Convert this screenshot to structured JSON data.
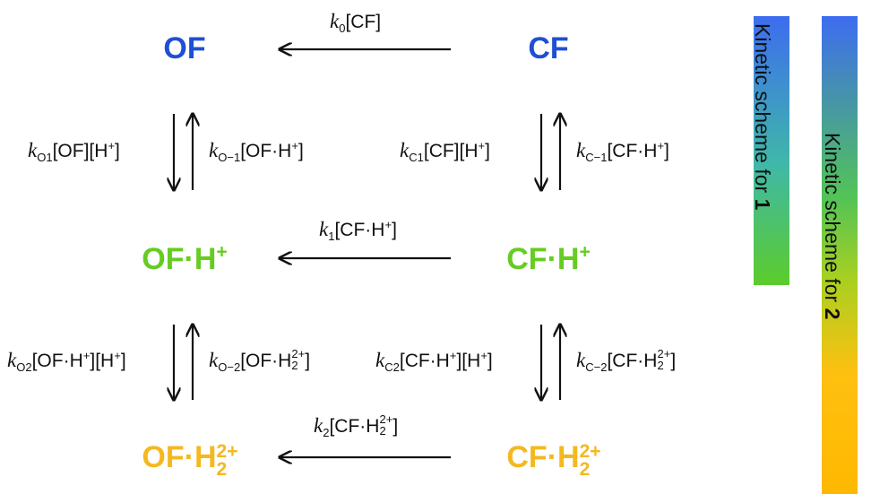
{
  "colors": {
    "blue": "#1f4fd4",
    "green": "#66cc22",
    "yellow": "#f4b820",
    "bar1_gradient": [
      "#3d6cf0",
      "#3fb8a8",
      "#5ccc2a"
    ],
    "bar2_gradient": [
      "#3d6cf0",
      "#5ccc2a",
      "#ffc010",
      "#ffb800"
    ]
  },
  "species": {
    "of": {
      "base": "OF"
    },
    "cf": {
      "base": "CF"
    },
    "of_h": {
      "base": "OF·H",
      "sup": "+"
    },
    "cf_h": {
      "base": "CF·H",
      "sup": "+"
    },
    "of_h2": {
      "base": "OF·H",
      "sub": "2",
      "sup": "2+"
    },
    "cf_h2": {
      "base": "CF·H",
      "sub": "2",
      "sup": "2+"
    }
  },
  "labels": {
    "k0": {
      "k": "k",
      "sub": "0",
      "rest": "[CF]"
    },
    "k1": {
      "k": "k",
      "sub": "1",
      "rest": "[CF·H",
      "sup": "+",
      "close": "]"
    },
    "k2": {
      "k": "k",
      "sub": "2",
      "rest": "[CF·H",
      "sup_sub_top": "2+",
      "sup_sub_bot": "2",
      "close": "]"
    },
    "kO1": {
      "k": "k",
      "sub": "O1",
      "rest": "[OF][H",
      "sup": "+",
      "close": "]"
    },
    "kOm1": {
      "k": "k",
      "sub": "O−1",
      "rest": "[OF·H",
      "sup": "+",
      "close": "]"
    },
    "kC1": {
      "k": "k",
      "sub": "C1",
      "rest": "[CF][H",
      "sup": "+",
      "close": "]"
    },
    "kCm1": {
      "k": "k",
      "sub": "C−1",
      "rest": "[CF·H",
      "sup": "+",
      "close": "]"
    },
    "kO2": {
      "k": "k",
      "sub": "O2",
      "rest": "[OF·H",
      "sup": "+",
      "mid": "][H",
      "sup2": "+",
      "close": "]"
    },
    "kOm2": {
      "k": "k",
      "sub": "O−2",
      "rest": "[OF·H",
      "sup_sub_top": "2+",
      "sup_sub_bot": "2",
      "close": "]"
    },
    "kC2": {
      "k": "k",
      "sub": "C2",
      "rest": "[CF·H",
      "sup": "+",
      "mid": "][H",
      "sup2": "+",
      "close": "]"
    },
    "kCm2": {
      "k": "k",
      "sub": "C−2",
      "rest": "[CF·H",
      "sup_sub_top": "2+",
      "sup_sub_bot": "2",
      "close": "]"
    }
  },
  "bars": {
    "bar1": {
      "text": "Kinetic scheme for ",
      "num": "1"
    },
    "bar2": {
      "text": "Kinetic scheme for ",
      "num": "2"
    }
  }
}
